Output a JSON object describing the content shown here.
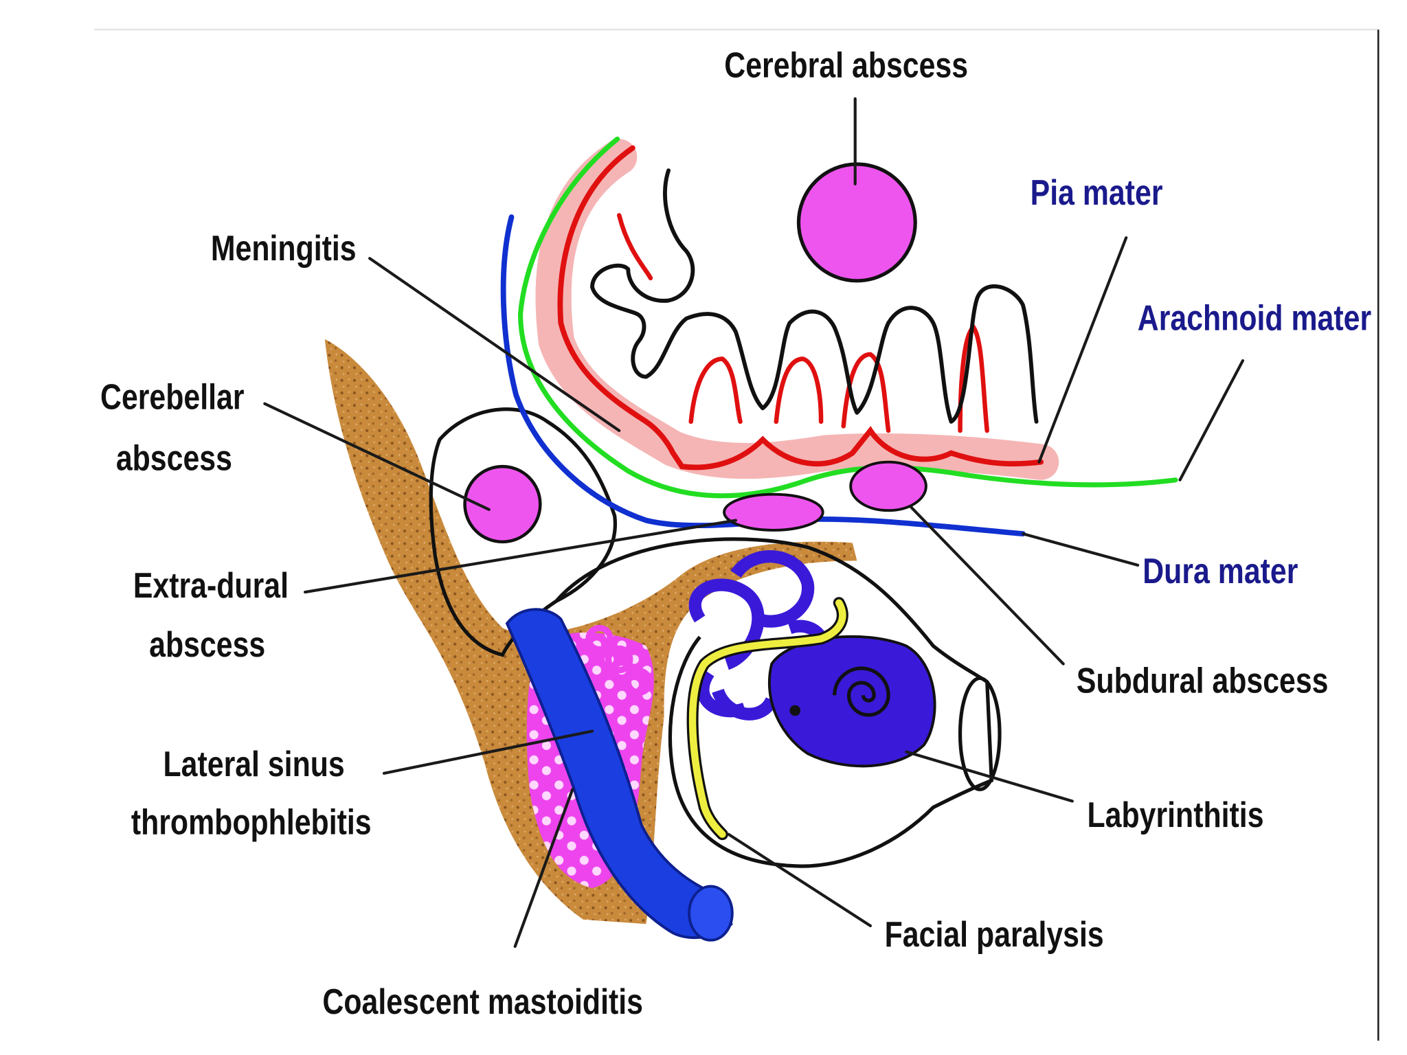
{
  "labels": {
    "cerebral_abscess": "Cerebral abscess",
    "pia_mater": "Pia mater",
    "meningitis": "Meningitis",
    "arachnoid_mater": "Arachnoid mater",
    "cerebellar_abscess_1": "Cerebellar",
    "cerebellar_abscess_2": "abscess",
    "extradural_abscess_1": "Extra-dural",
    "extradural_abscess_2": "abscess",
    "dura_mater": "Dura mater",
    "subdural_abscess": "Subdural abscess",
    "lateral_sinus_1": "Lateral sinus",
    "lateral_sinus_2": "thrombophlebitis",
    "labyrinthitis": "Labyrinthitis",
    "facial_paralysis": "Facial paralysis",
    "coalescent_mastoiditis": "Coalescent mastoiditis"
  },
  "colors": {
    "label_text": "#111111",
    "membrane_label_text": "#1a1a8c",
    "pia_mater": "#e01010",
    "arachnoid_mater": "#22dd22",
    "dura_mater": "#1030d0",
    "abscess_fill": "#ee55ee",
    "bone": "#c98a3c",
    "sinus": "#1a3ee0",
    "labyrinth": "#3a1ad8",
    "facial_nerve": "#eeee40"
  }
}
